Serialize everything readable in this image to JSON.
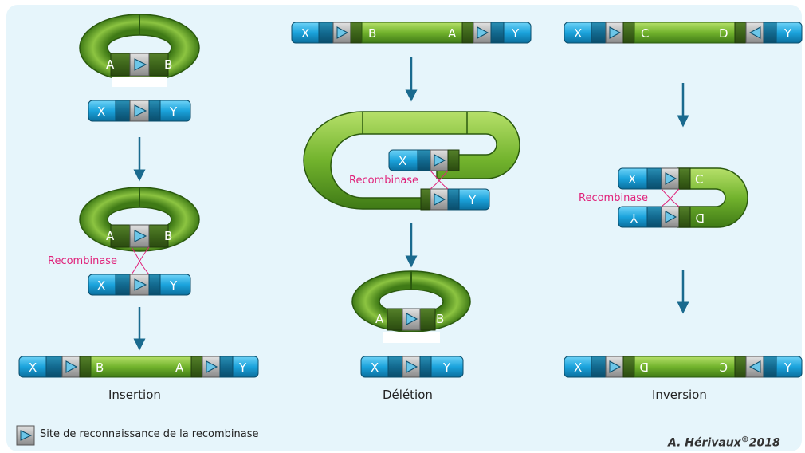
{
  "labels": {
    "X": "X",
    "Y": "Y",
    "A": "A",
    "B": "B",
    "C": "C",
    "D": "D",
    "recombinase": "Recombinase"
  },
  "captions": {
    "insertion": "Insertion",
    "deletion": "Délétion",
    "inversion": "Inversion"
  },
  "legend": {
    "site_label": "Site de reconnaissance de la recombinase"
  },
  "author": {
    "name": "A. Hérivaux",
    "copyright": "©",
    "year": "2018"
  },
  "colors": {
    "panel_bg": "#e6f5fb",
    "blue_segment": "#1ba3dc",
    "green_dna": "#6fae2e",
    "dark_green": "#3f6b1e",
    "site_grey": "#b7b7b7",
    "arrow": "#1a6a8e",
    "recombinase": "#e0227a"
  }
}
